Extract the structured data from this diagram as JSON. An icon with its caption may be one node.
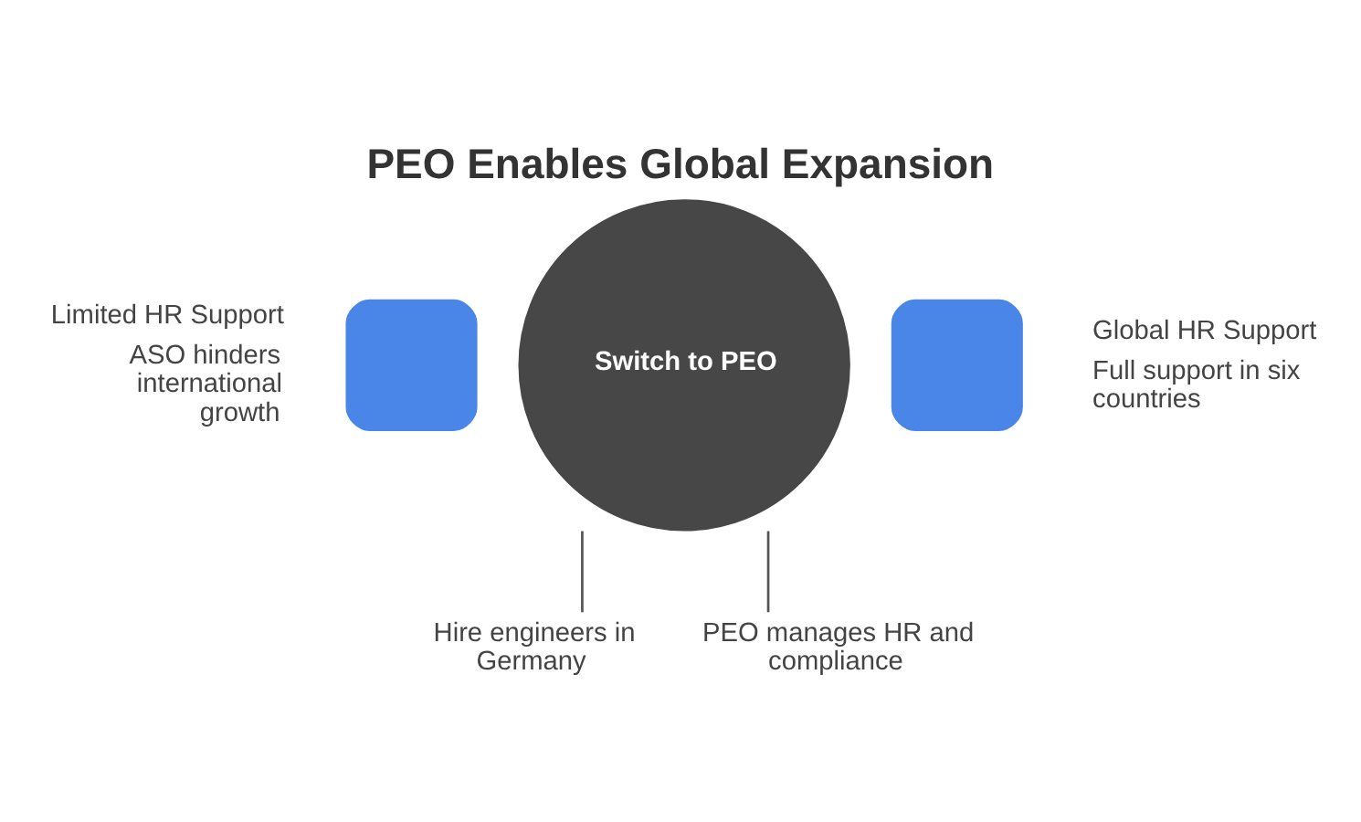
{
  "diagram": {
    "title": "PEO Enables Global Expansion",
    "nodes": [
      {
        "text": [],
        "shape": "box",
        "beside": [
          "Limited HR Support",
          "ASO hinders international growth"
        ]
      },
      {
        "text": [
          "Switch to PEO"
        ]
      },
      {
        "text": [],
        "shape": "box",
        "beside": [
          "Global HR Support",
          "Full support in six countries"
        ]
      },
      {
        "text": [
          "Hire engineers in Germany"
        ]
      },
      {
        "text": [
          "PEO manages HR and compliance"
        ]
      }
    ],
    "edges": [
      {
        "from": 1,
        "to": 3,
        "arrow": "none"
      },
      {
        "from": 1,
        "to": 4,
        "arrow": "none"
      }
    ]
  }
}
